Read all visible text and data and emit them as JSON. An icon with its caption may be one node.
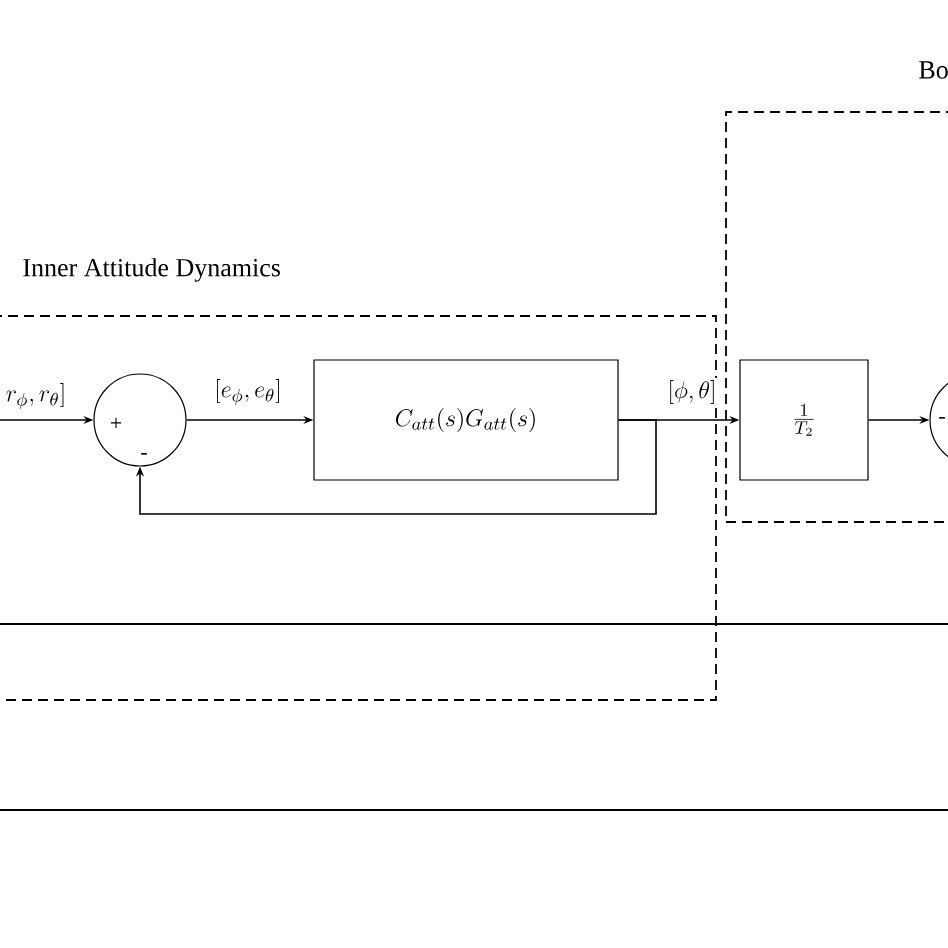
{
  "diagram": {
    "nodes": [
      {
        "text": [
          "Inner Attitude Dynamics"
        ]
      },
      {
        "text": [
          "Bo"
        ]
      },
      {
        "text": [
          "+",
          "-"
        ],
        "in": 0
      },
      {
        "text": [
          "C_{att}(s)G_{att}(s)"
        ],
        "in": 0
      },
      {
        "text": [
          "\\frac{1}{T_2}"
        ],
        "in": 1
      },
      {
        "text": [
          "-"
        ],
        "in": 1
      }
    ],
    "edges": [
      {
        "from": null,
        "to": 2,
        "arrow": "to",
        "label": "r_{\\phi}, r_{\\theta}]"
      },
      {
        "from": 2,
        "to": 3,
        "arrow": "to",
        "label": "[e_{\\phi}, e_{\\theta}]"
      },
      {
        "from": 3,
        "to": 4,
        "arrow": "to",
        "label": "[\\phi, \\theta]"
      },
      {
        "from": 3,
        "to": 2,
        "arrow": "to"
      },
      {
        "from": 4,
        "to": 5,
        "arrow": "to"
      }
    ]
  }
}
